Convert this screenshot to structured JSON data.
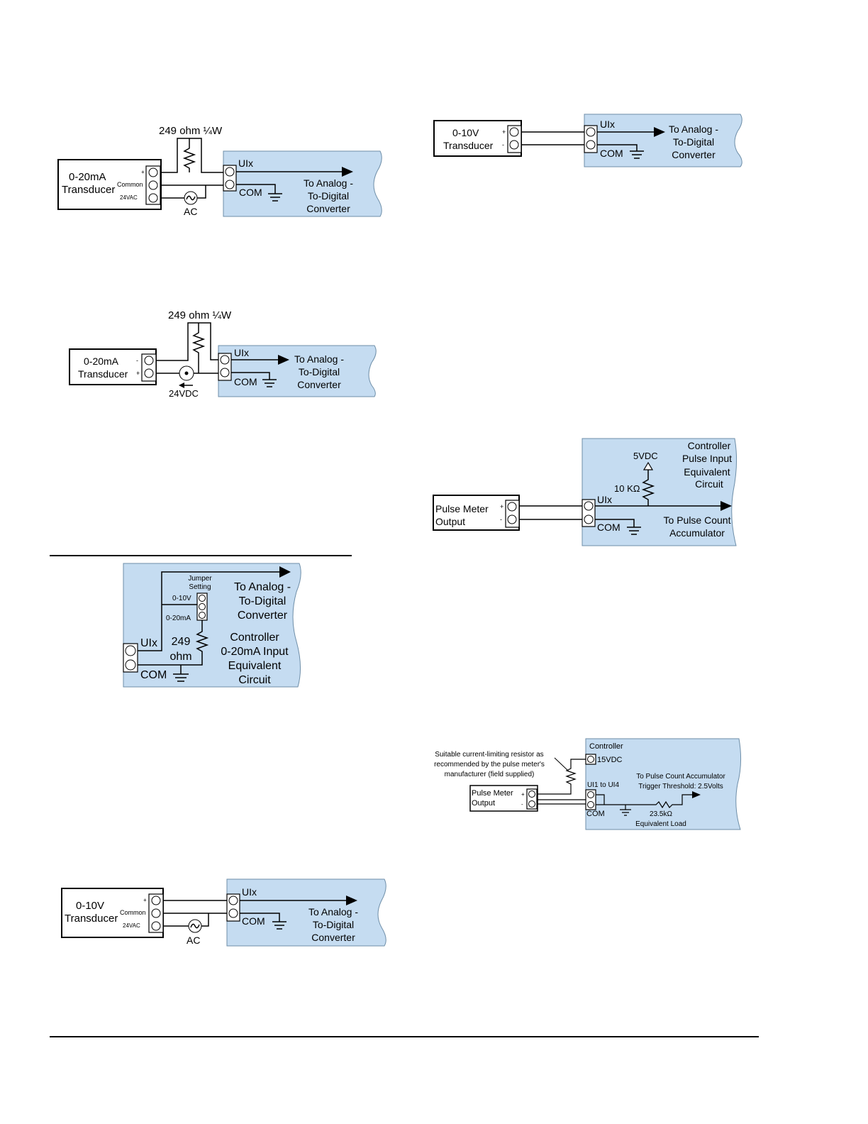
{
  "colors": {
    "panel": "#c5dcf1",
    "panel_edge": "#6e8ea8",
    "wire": "#000000"
  },
  "diagram_a": {
    "resistor_label": "249 ohm ¼W",
    "device_line1": "0-20mA",
    "device_line2": "Transducer",
    "term_plus": "+",
    "term_common": "Common",
    "term_24vac": "24VAC",
    "source_label": "AC",
    "uix": "UIx",
    "com": "COM",
    "converter_line1": "To Analog -",
    "converter_line2": "To-Digital",
    "converter_line3": "Converter"
  },
  "diagram_b": {
    "resistor_label": "249 ohm ¼W",
    "device_line1": "0-20mA",
    "device_line2": "Transducer",
    "term_minus": "-",
    "term_plus": "+",
    "source_label": "24VDC",
    "uix": "UIx",
    "com": "COM",
    "converter_line1": "To Analog -",
    "converter_line2": "To-Digital",
    "converter_line3": "Converter"
  },
  "diagram_c": {
    "jumper_line1": "Jumper",
    "jumper_line2": "Setting",
    "opt_10v": "0-10V",
    "opt_20ma": "0-20mA",
    "res_line1": "249",
    "res_line2": "ohm",
    "uix": "UIx",
    "com": "COM",
    "converter_line1": "To Analog -",
    "converter_line2": "To-Digital",
    "converter_line3": "Converter",
    "circuit_line1": "Controller",
    "circuit_line2": "0-20mA Input",
    "circuit_line3": "Equivalent",
    "circuit_line4": "Circuit"
  },
  "diagram_d": {
    "device_line1": "0-10V",
    "device_line2": "Transducer",
    "term_plus": "+",
    "term_common": "Common",
    "term_24vac": "24VAC",
    "source_label": "AC",
    "uix": "UIx",
    "com": "COM",
    "converter_line1": "To Analog -",
    "converter_line2": "To-Digital",
    "converter_line3": "Converter"
  },
  "diagram_e": {
    "device_line1": "0-10V",
    "device_line2": "Transducer",
    "term_plus": "+",
    "term_minus": "-",
    "uix": "UIx",
    "com": "COM",
    "converter_line1": "To Analog -",
    "converter_line2": "To-Digital",
    "converter_line3": "Converter"
  },
  "diagram_f": {
    "circuit_line1": "Controller",
    "circuit_line2": "Pulse Input",
    "circuit_line3": "Equivalent",
    "circuit_line4": "Circuit",
    "supply": "5VDC",
    "resistor": "10 KΩ",
    "device_line1": "Pulse Meter",
    "device_line2": "Output",
    "term_plus": "+",
    "term_minus": "-",
    "uix": "UIx",
    "com": "COM",
    "dest_line1": "To Pulse Count",
    "dest_line2": "Accumulator"
  },
  "diagram_g": {
    "note_line1": "Suitable current-limiting resistor as",
    "note_line2": "recommended by the pulse meter's",
    "note_line3": "manufacturer (field supplied)",
    "controller": "Controller",
    "supply": "15VDC",
    "device_line1": "Pulse Meter",
    "device_line2": "Output",
    "term_plus": "+",
    "term_minus": "-",
    "inputs": "UI1 to UI4",
    "com": "COM",
    "dest_line1": "To Pulse Count Accumulator",
    "dest_line2": "Trigger Threshold: 2.5Volts",
    "load_line1": "23.5kΩ",
    "load_line2": "Equivalent Load"
  }
}
